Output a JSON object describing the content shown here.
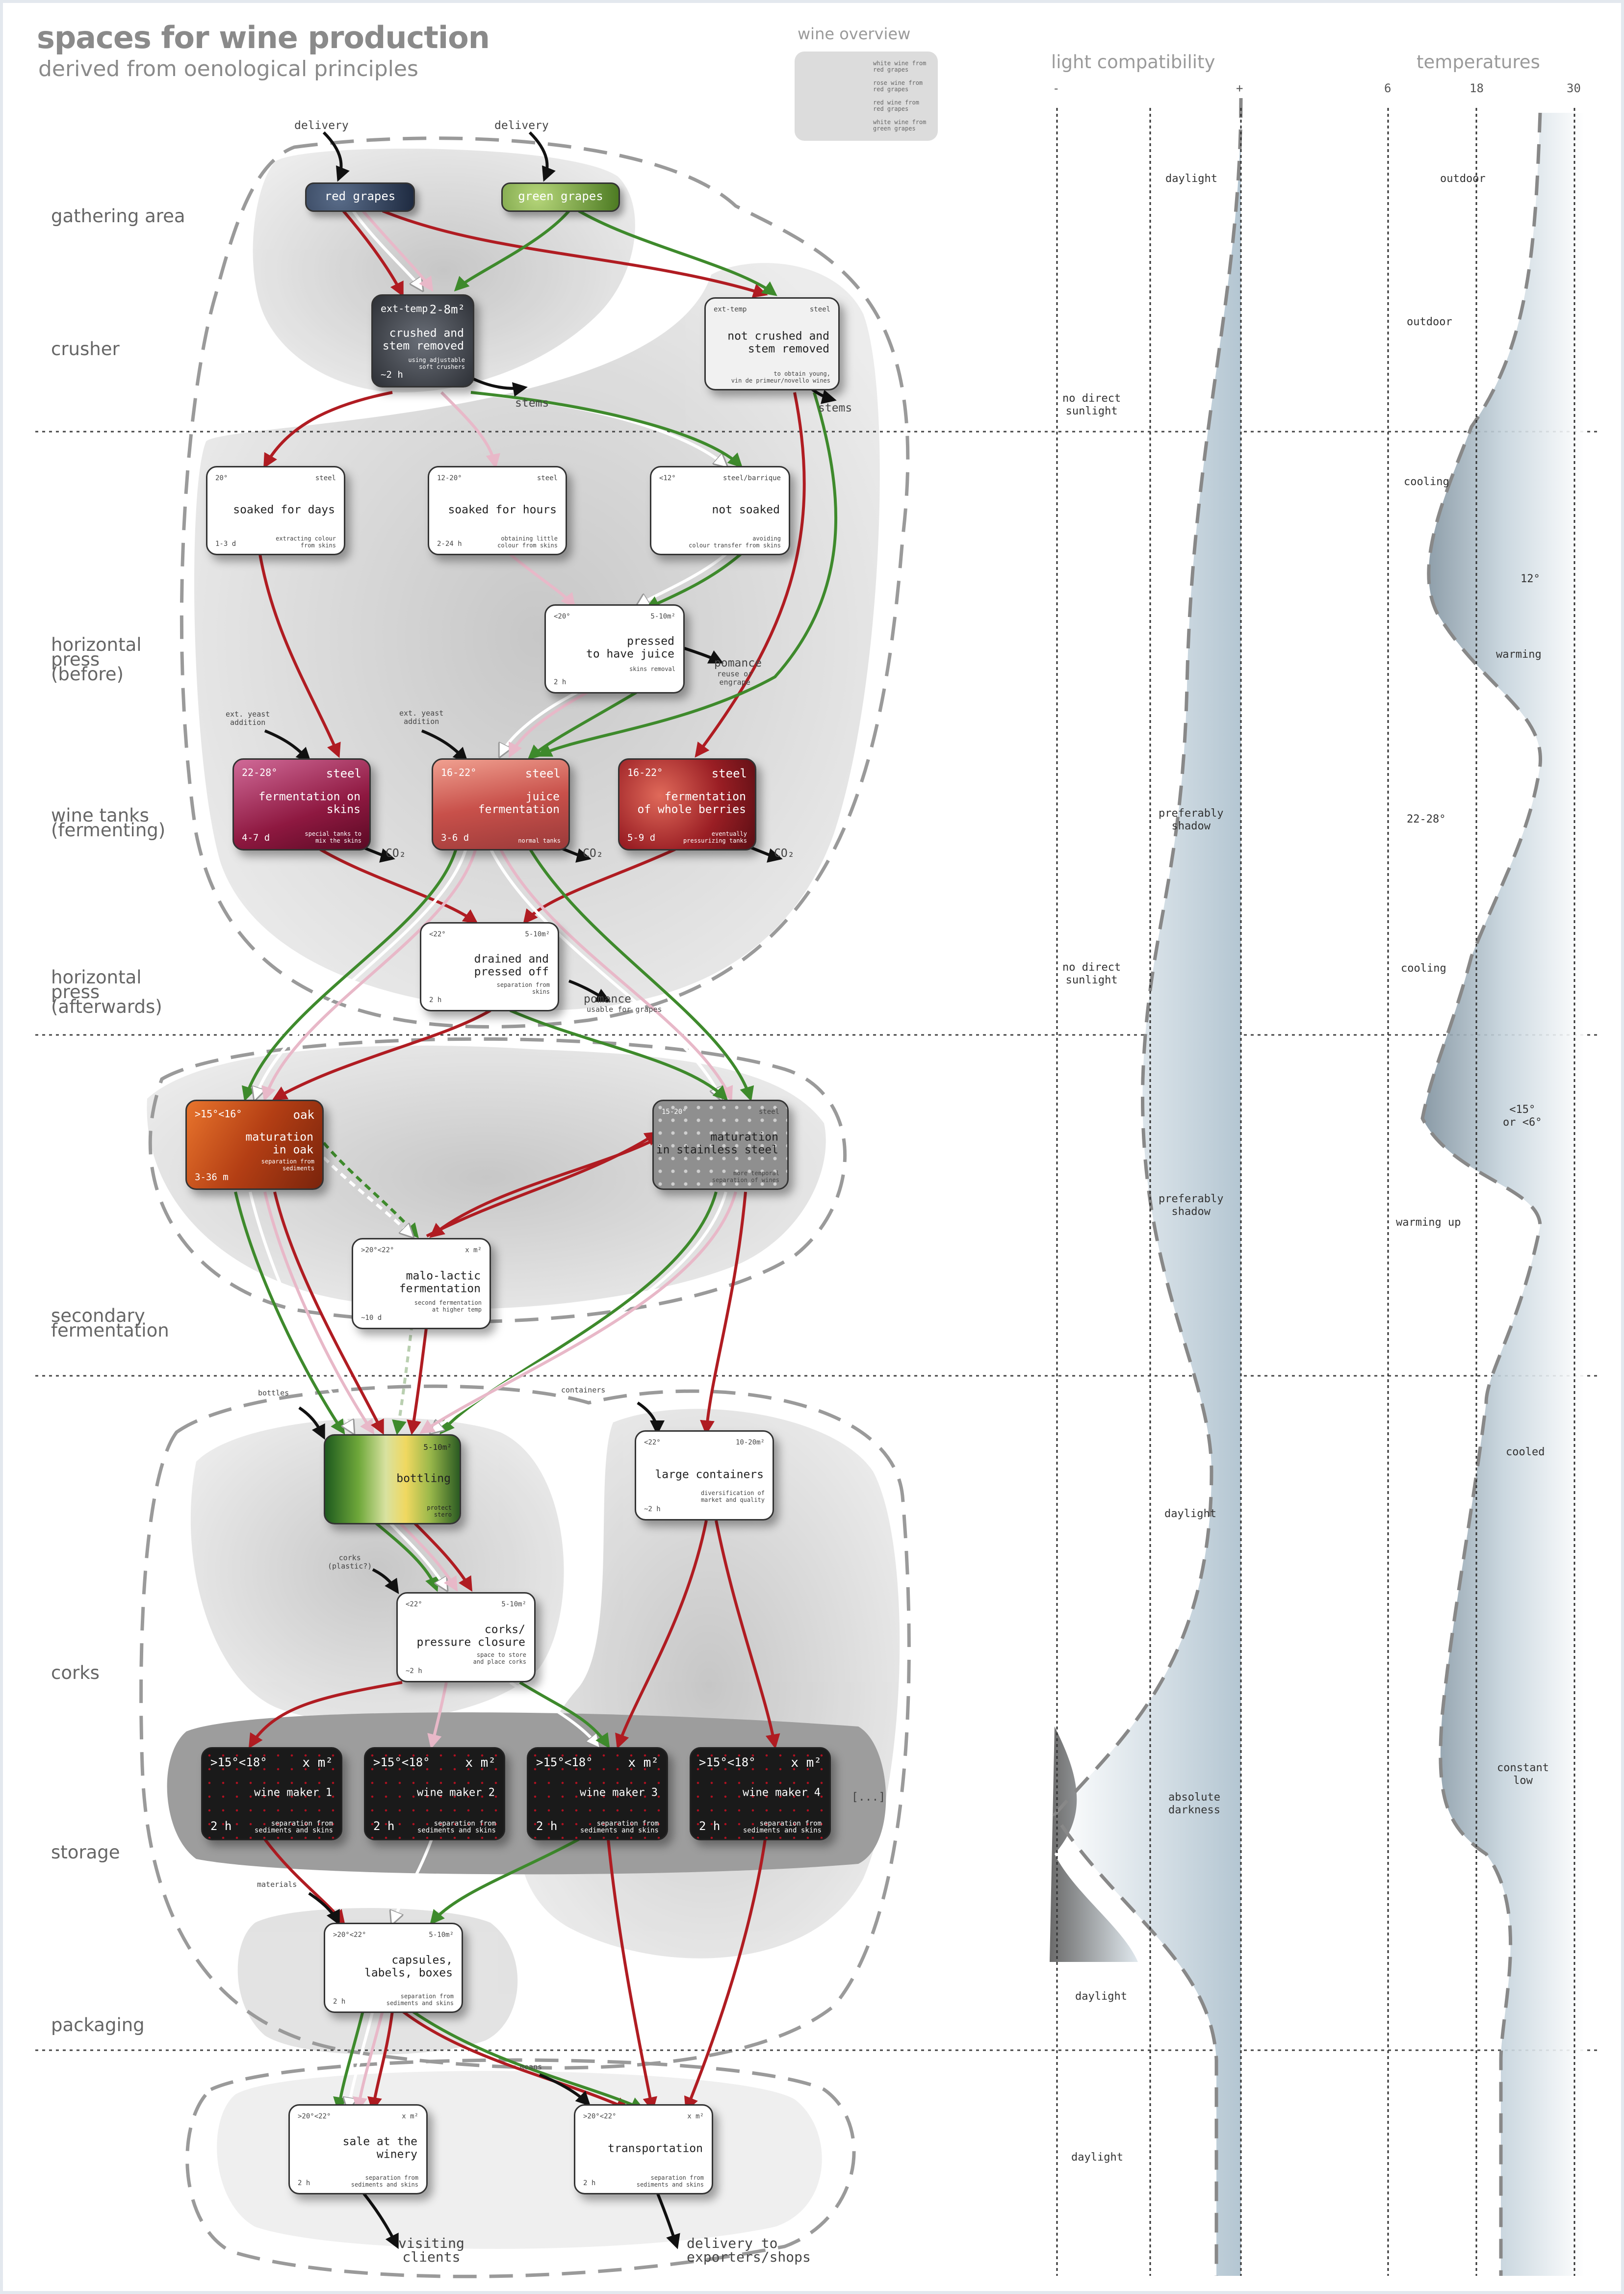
{
  "header": {
    "title": "spaces for wine production",
    "subtitle": "derived from oenological principles"
  },
  "legend": {
    "title": "wine overview",
    "items": [
      {
        "label": "white wine from\nred grapes",
        "color": "#ffffff"
      },
      {
        "label": "rose wine from\nred grapes",
        "color": "#e8b8c8"
      },
      {
        "label": "red wine from\nred grapes",
        "color": "#b01c22"
      },
      {
        "label": "white wine from\ngreen grapes",
        "color": "#3e8a2c"
      }
    ]
  },
  "columns": {
    "light": {
      "title": "light compatibility",
      "min": "-",
      "max": "+"
    },
    "temp": {
      "title": "temperatures",
      "ticks": [
        "6",
        "18",
        "30"
      ]
    }
  },
  "stages": [
    "gathering area",
    "crusher",
    "horizontal\npress\n(before)",
    "wine tanks\n(fermenting)",
    "horizontal\npress\n(afterwards)",
    "secondary\nfermentation",
    "corks",
    "storage",
    "packaging"
  ],
  "grapes": {
    "red": "red grapes",
    "green": "green grapes",
    "delivery": "delivery"
  },
  "nodes": {
    "crushed": {
      "tl": "ext-temp",
      "tr": "2-8m²",
      "mid": "crushed and\nstem removed",
      "sm": "using adjustable\nsoft crushers",
      "bl": "~2 h"
    },
    "notcrushed": {
      "tl": "ext-temp",
      "tr": "steel",
      "mid": "not crushed and\nstem removed",
      "sm": "to obtain young,\nvin de primeur/novello wines",
      "bl": ""
    },
    "soakdays": {
      "tl": "20°",
      "tr": "steel",
      "mid": "soaked for days",
      "sm": "extracting colour\nfrom skins",
      "bl": "1-3 d"
    },
    "soakhours": {
      "tl": "12-20°",
      "tr": "steel",
      "mid": "soaked for hours",
      "sm": "obtaining little\ncolour from skins",
      "bl": "2-24 h"
    },
    "notsoaked": {
      "tl": "<12°",
      "tr": "steel/barrique",
      "mid": "not soaked",
      "sm": "avoiding\ncolour transfer from skins",
      "bl": ""
    },
    "pressed": {
      "tl": "<20°",
      "tr": "5-10m²",
      "mid": "pressed\nto have juice",
      "sm": "skins removal",
      "bl": "2 h"
    },
    "fermskins": {
      "tl": "22-28°",
      "tr": "steel",
      "mid": "fermentation on\nskins",
      "sm": "special tanks to\nmix the skins",
      "bl": "4-7 d"
    },
    "juiceferm": {
      "tl": "16-22°",
      "tr": "steel",
      "mid": "juice\nfermentation",
      "sm": "normal tanks",
      "bl": "3-6 d"
    },
    "wholeberries": {
      "tl": "16-22°",
      "tr": "steel",
      "mid": "fermentation\nof whole berries",
      "sm": "eventually\npressurizing tanks",
      "bl": "5-9 d"
    },
    "drained": {
      "tl": "<22°",
      "tr": "5-10m²",
      "mid": "drained and\npressed off",
      "sm": "separation from\nskins",
      "bl": "2 h"
    },
    "oak": {
      "tl": ">15°<16°",
      "tr": "oak",
      "mid": "maturation\nin oak",
      "sm": "separation from\nsediments",
      "bl": "3-36 m"
    },
    "stainless": {
      "tl": "15-20°",
      "tr": "steel",
      "mid": "maturation\nin stainless steel",
      "sm": "more temporal\nseparation of wines",
      "bl": ""
    },
    "malo": {
      "tl": ">20°<22°",
      "tr": "x m²",
      "mid": "malo-lactic\nfermentation",
      "sm": "second fermentation\nat higher temp",
      "bl": "~10 d"
    },
    "bottling": {
      "tl": "",
      "tr": "5-10m²",
      "mid": "bottling",
      "sm": "protect\nstero",
      "bl": ""
    },
    "containers": {
      "tl": "<22°",
      "tr": "10-20m²",
      "mid": "large containers",
      "sm": "diversification of\nmarket and quality",
      "bl": "~2 h"
    },
    "corks": {
      "tl": "<22°",
      "tr": "5-10m²",
      "mid": "corks/\npressure closure",
      "sm": "space to store\nand place corks",
      "bl": "~2 h"
    },
    "wm1": {
      "tl": ">15°<18°",
      "tr": "x m²",
      "mid": "wine maker 1",
      "sm": "separation from\nsediments and skins",
      "bl": "2 h"
    },
    "wm2": {
      "tl": ">15°<18°",
      "tr": "x m²",
      "mid": "wine maker 2",
      "sm": "separation from\nsediments and skins",
      "bl": "2 h"
    },
    "wm3": {
      "tl": ">15°<18°",
      "tr": "x m²",
      "mid": "wine maker 3",
      "sm": "separation from\nsediments and skins",
      "bl": "2 h"
    },
    "wm4": {
      "tl": ">15°<18°",
      "tr": "x m²",
      "mid": "wine maker 4",
      "sm": "separation from\nsediments and skins",
      "bl": "2 h"
    },
    "capsules": {
      "tl": ">20°<22°",
      "tr": "5-10m²",
      "mid": "capsules,\nlabels, boxes",
      "sm": "separation from\nsediments and skins",
      "bl": "2 h"
    },
    "sale": {
      "tl": ">20°<22°",
      "tr": "x m²",
      "mid": "sale at the\nwinery",
      "sm": "separation from\nsediments and skins",
      "bl": "2 h"
    },
    "transport": {
      "tl": ">20°<22°",
      "tr": "x m²",
      "mid": "transportation",
      "sm": "separation from\nsediments and skins",
      "bl": "2 h"
    }
  },
  "annotations": {
    "stems1": "stems",
    "stems2": "stems",
    "pomance1": "pomance",
    "pomance1b": "reuse or\nengrape",
    "pomance2": "pomance",
    "pomance2b": "usable for grapes",
    "yeast1": "ext. yeast\naddition",
    "yeast2": "ext. yeast\naddition",
    "co2": "CO₂",
    "bottles": "bottles",
    "containers": "containers",
    "corksin": "corks\n(plastic?)",
    "materials": "materials",
    "means": "means",
    "more": "[...]",
    "visiting": "visiting\nclients",
    "delivery_out": "delivery to\nexporters/shops"
  },
  "light_labels": [
    {
      "text": "daylight",
      "pos": "right"
    },
    {
      "text": "no direct\nsunlight",
      "pos": "left"
    },
    {
      "text": "preferably\nshadow",
      "pos": "right"
    },
    {
      "text": "no direct\nsunlight",
      "pos": "left"
    },
    {
      "text": "preferably\nshadow",
      "pos": "right"
    },
    {
      "text": "daylight",
      "pos": "right"
    },
    {
      "text": "absolute\ndarkness",
      "pos": "right"
    },
    {
      "text": "daylight",
      "pos": "left"
    },
    {
      "text": "daylight",
      "pos": "left"
    }
  ],
  "temp_labels": [
    "outdoor",
    "outdoor",
    "cooling",
    "12°",
    "warming",
    "22-28°",
    "cooling",
    "<15°\nor <6°",
    "warming up",
    "cooled",
    "constant\nlow"
  ]
}
